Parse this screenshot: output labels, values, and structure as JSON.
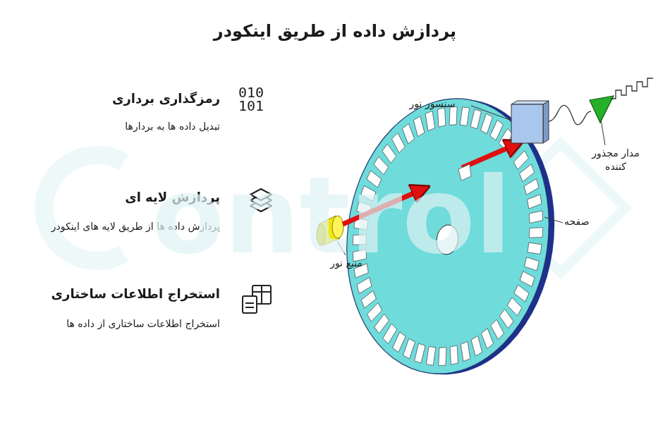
{
  "diagram": {
    "title": "پردازش داده از طریق اینکودر",
    "labels": [
      "010 101",
      "رمزگذاری برداری",
      "تبدیل داده ها به بردارها",
      "پردازش لایه ای",
      "پردازش داده ها از طریق لایه های اینکودر",
      "استخراج اطلاعات ساختاری",
      "استخراج اطلاعات ساختاری از داده ها",
      "سنسور نور",
      "مدار مجذور کننده",
      "صفحه",
      "منبع نور",
      "ontrol"
    ]
  }
}
